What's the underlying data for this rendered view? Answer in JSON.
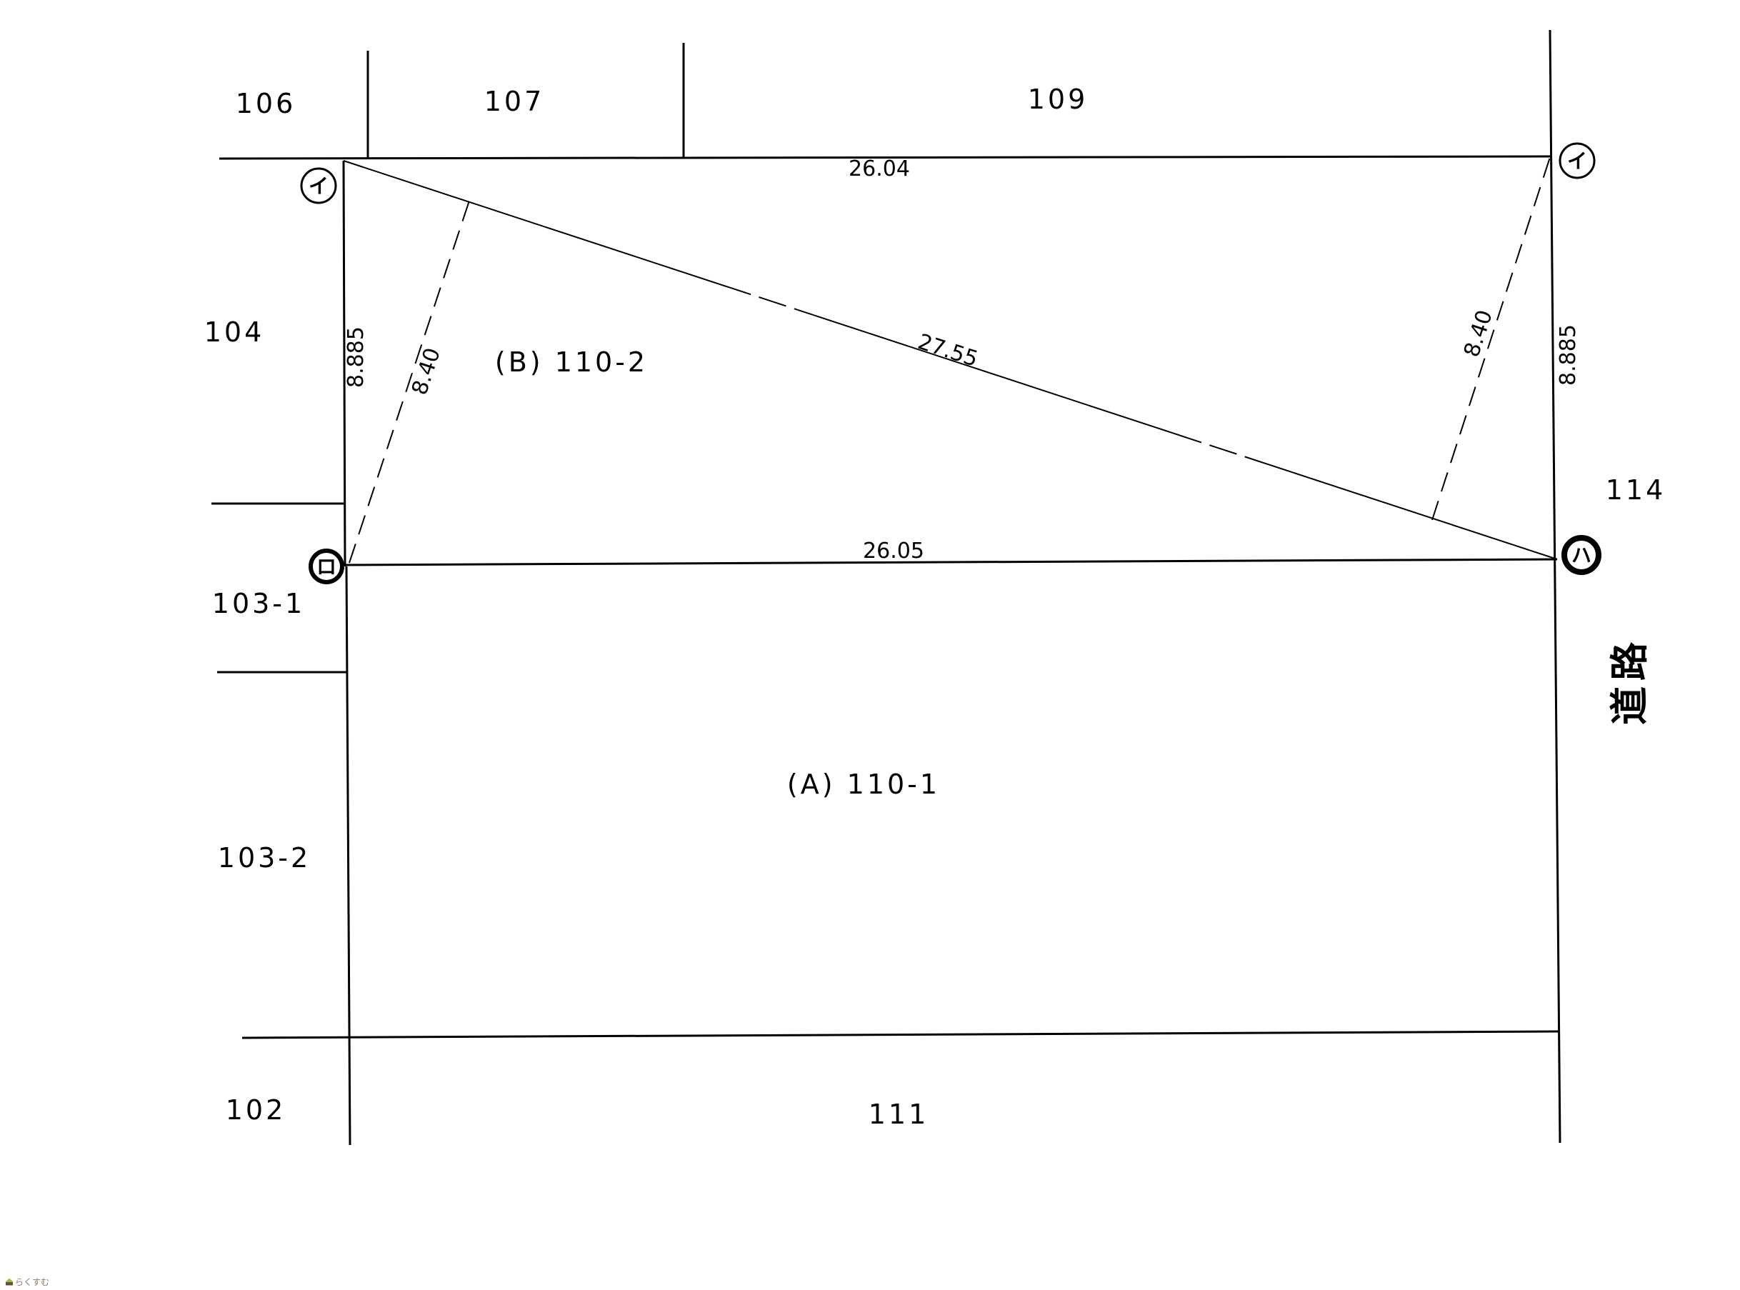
{
  "parcels": {
    "p106": "106",
    "p107": "107",
    "p109": "109",
    "p104": "104",
    "p114": "114",
    "p103_1": "103-1",
    "p103_2": "103-2",
    "p102": "102",
    "p111": "111",
    "lot_b": "(B) 110-2",
    "lot_a": "(A) 110-1"
  },
  "road_label": "道路",
  "dimensions": {
    "top": "26.04",
    "middle": "26.05",
    "diagonal": "27.55",
    "left_side": "8.885",
    "right_side": "8.885",
    "left_perp": "8.40",
    "right_perp": "8.40"
  },
  "points": {
    "i_left": "イ",
    "i_right": "イ",
    "ro": "ロ",
    "ha": "ハ"
  },
  "logo_text": "らくすむ",
  "colors": {
    "line": "#000000",
    "background": "#ffffff"
  }
}
